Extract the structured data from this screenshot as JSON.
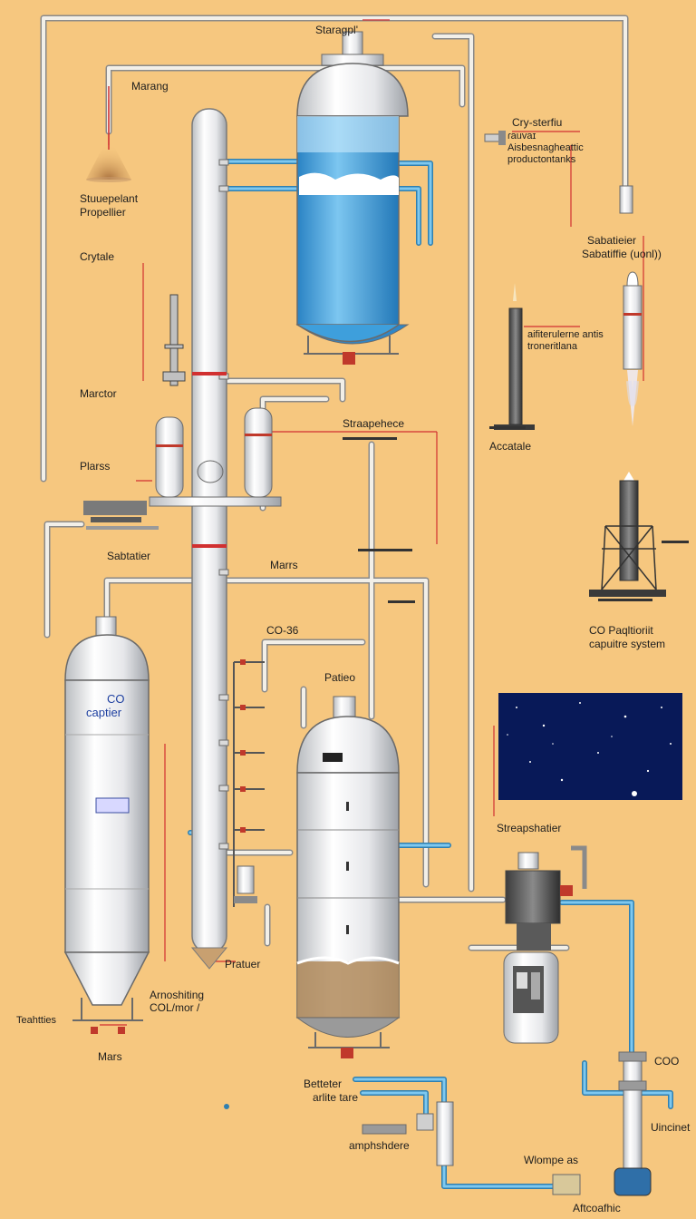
{
  "labels": {
    "storage_top": "Staragpl'",
    "marang": "Marang",
    "cry_sterfiu": "Cry-sterfiu",
    "cry_sterfiu_sub1": "ɾauvaɪ",
    "cry_sterfiu_sub2": "Aisbesnagheattic",
    "cry_sterfiu_sub3": "productontanks",
    "propellant_1": "Stuuepelant",
    "propellant_2": "Propellier",
    "crytale": "Crytale",
    "sabatier_r1": "Sabatieier",
    "sabatier_r2": "Sabatiffie (uonl))",
    "marctor": "Marctor",
    "alternate_1": "aifiterulerne antis",
    "alternate_2": "troneritlana",
    "straapehece": "Straapehece",
    "accatale": "Accatale",
    "plarss": "Plarss",
    "sabtatier": "Sabtatier",
    "mars_mid": "Marrs",
    "co36": "CO-36",
    "co_paqltionit_1": "CO Paqltioriit",
    "co_paqltionit_2": "capuitre system",
    "patieo": "Patieo",
    "co_captier_1": "CO",
    "co_captier_2": "captier",
    "streapshatier": "Streapshatier",
    "pratuer": "Pratuer",
    "atmos_1": "Arnoshiting",
    "atmos_2": "COL/mor /",
    "teahtties": "Teahtties",
    "mars_bottom": "Mars",
    "betteter_1": "Betteter",
    "betteter_2": "arlite tare",
    "coo": "COO",
    "amphsdhere": "amphshdere",
    "uincinet": "Uincinet",
    "wlompe_as": "Wlompe as",
    "aftcoafhic": "Aftcoafhic"
  },
  "colors": {
    "background": "#f6c77f",
    "pipe": "#f2efe8",
    "pipe_outline": "#8a8a8a",
    "water_pipe": "#4aa8d8",
    "leader_line": "#d13030",
    "tank_blue": "#3e9fdc",
    "sediment": "#b08a5a",
    "space_panel": "#0b1f66"
  },
  "icons": {
    "propellant_spray": "spray-plume-icon",
    "rocket": "rocket-icon",
    "launch_tower": "launch-tower-icon",
    "starfield": "starfield-icon"
  }
}
